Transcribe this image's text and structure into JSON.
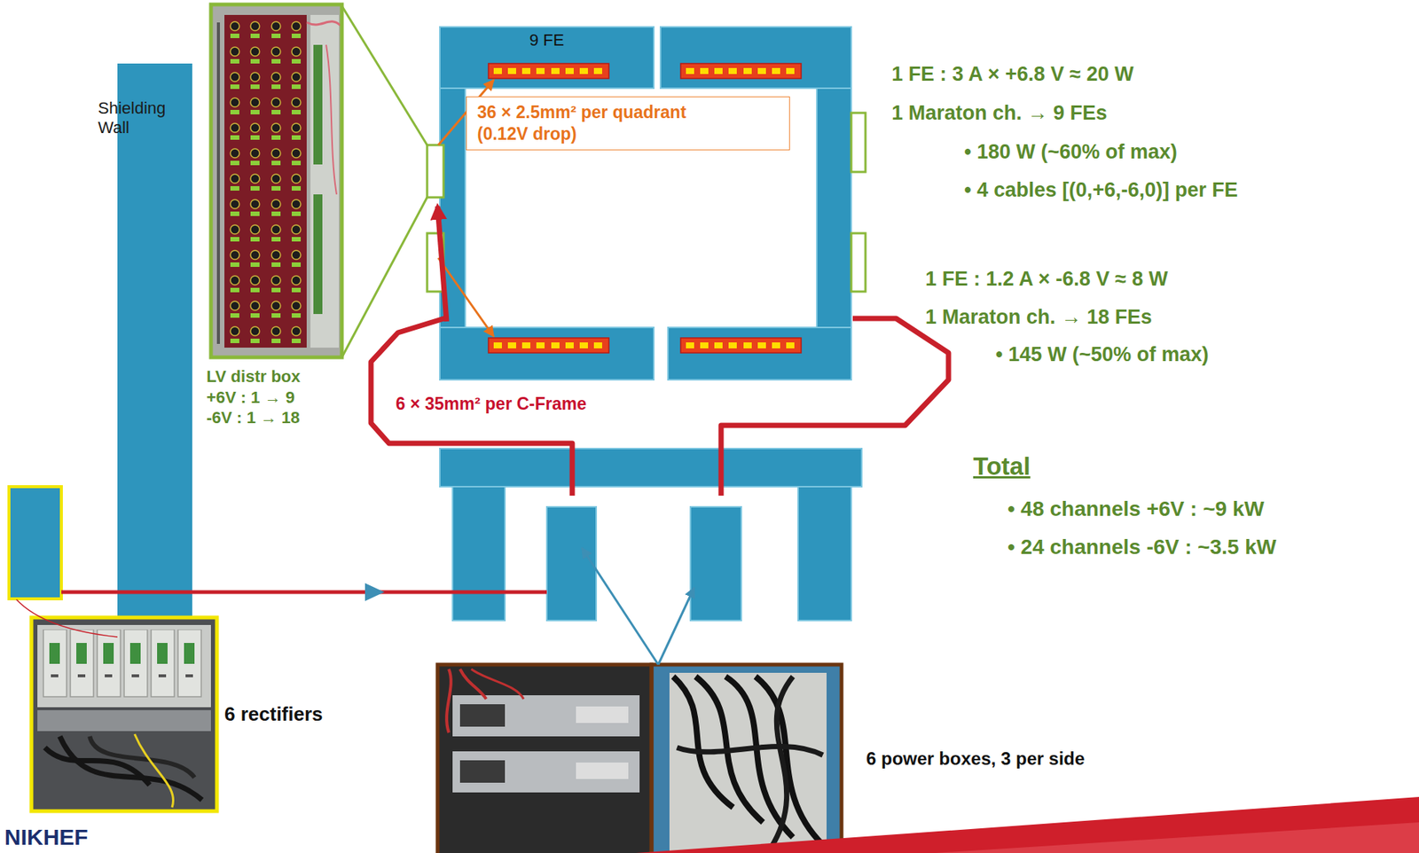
{
  "diagram": {
    "nodes": [
      {
        "text": [
          "LV distr box",
          "+6V : 1 → 9",
          "-6V : 1 → 18"
        ]
      },
      {
        "text": [
          "9 FE"
        ]
      },
      {
        "text": [
          "36 × 2.5mm² per quadrant (0.12V drop)"
        ]
      },
      {
        "text": [
          "6 rectifiers"
        ]
      },
      {
        "text": [
          "6 power boxes, 3 per side"
        ]
      }
    ],
    "labels": [
      "Shielding Wall",
      "6 × 35mm² per C-Frame",
      "1 FE : 3 A × +6.8 V ≈ 20 W",
      "1 Maraton ch. → 9 FEs",
      "• 180 W (~60% of max)",
      "• 4 cables [(0,+6,-6,0)] per FE",
      "1 FE : 1.2 A × -6.8 V ≈ 8 W",
      "1 Maraton ch. → 18 FEs",
      "• 145 W (~50% of max)",
      "Total",
      "• 48 channels +6V : ~9 kW",
      "• 24 channels -6V : ~3.5 kW",
      "NIKHEF"
    ]
  }
}
